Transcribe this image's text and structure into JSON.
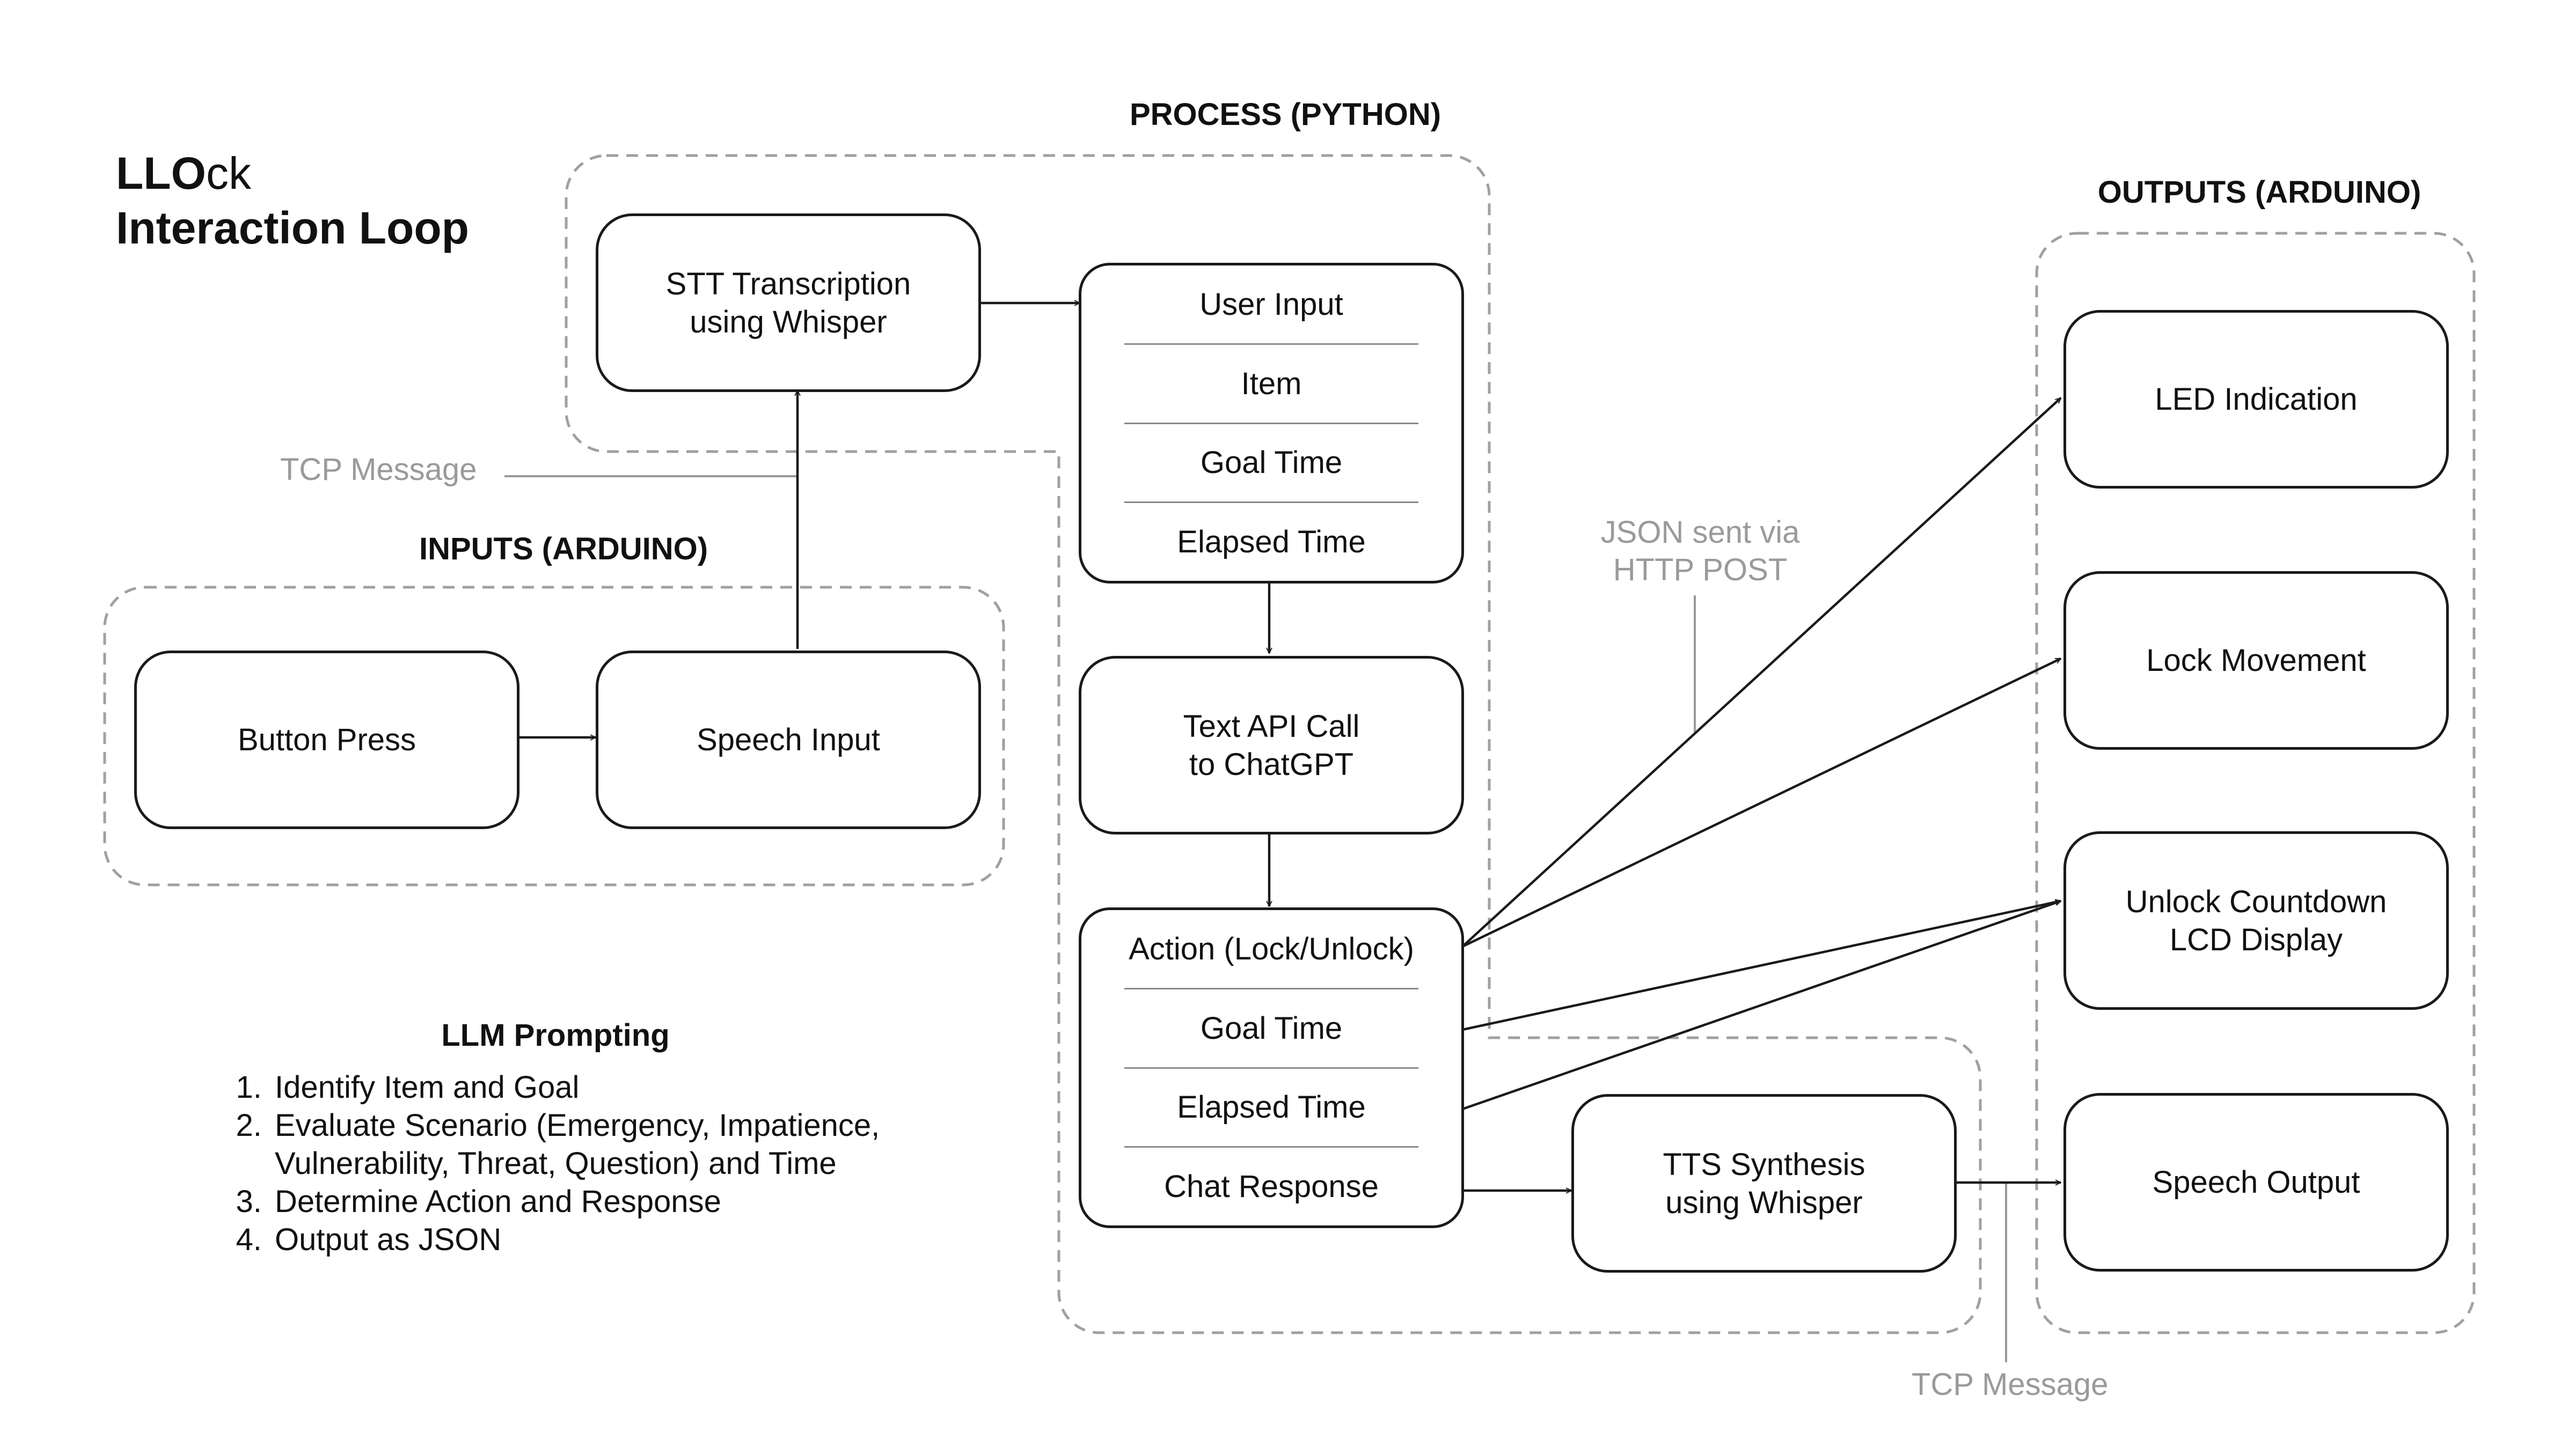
{
  "title": {
    "line1_bold": "LLO",
    "line1_rest": "ck",
    "line2": "Interaction Loop"
  },
  "sections": {
    "process": "PROCESS (PYTHON)",
    "inputs": "INPUTS (ARDUINO)",
    "outputs": "OUTPUTS (ARDUINO)"
  },
  "inputs": {
    "button_press": "Button Press",
    "speech_input": "Speech Input"
  },
  "process": {
    "stt": "STT Transcription\nusing Whisper",
    "user_stack": [
      "User Input",
      "Item",
      "Goal Time",
      "Elapsed Time"
    ],
    "api_call": "Text API Call\nto ChatGPT",
    "action_stack": [
      "Action (Lock/Unlock)",
      "Goal Time",
      "Elapsed Time",
      "Chat Response"
    ],
    "tts": "TTS Synthesis\nusing Whisper"
  },
  "outputs": {
    "led": "LED Indication",
    "lock": "Lock Movement",
    "lcd": "Unlock Countdown\nLCD Display",
    "speech": "Speech Output"
  },
  "annotations": {
    "tcp_message_top": "TCP Message",
    "json_post": "JSON sent via\nHTTP POST",
    "tcp_message_bottom": "TCP Message"
  },
  "prompting": {
    "title": "LLM Prompting",
    "steps": [
      "Identify Item and Goal",
      "Evaluate Scenario (Emergency, Impatience, Vulnerability, Threat, Question) and Time",
      "Determine Action and Response",
      "Output as JSON"
    ]
  },
  "colors": {
    "stroke": "#1a1a1a",
    "dashed": "#9a9a9a",
    "annotation": "#9a9a9a"
  }
}
